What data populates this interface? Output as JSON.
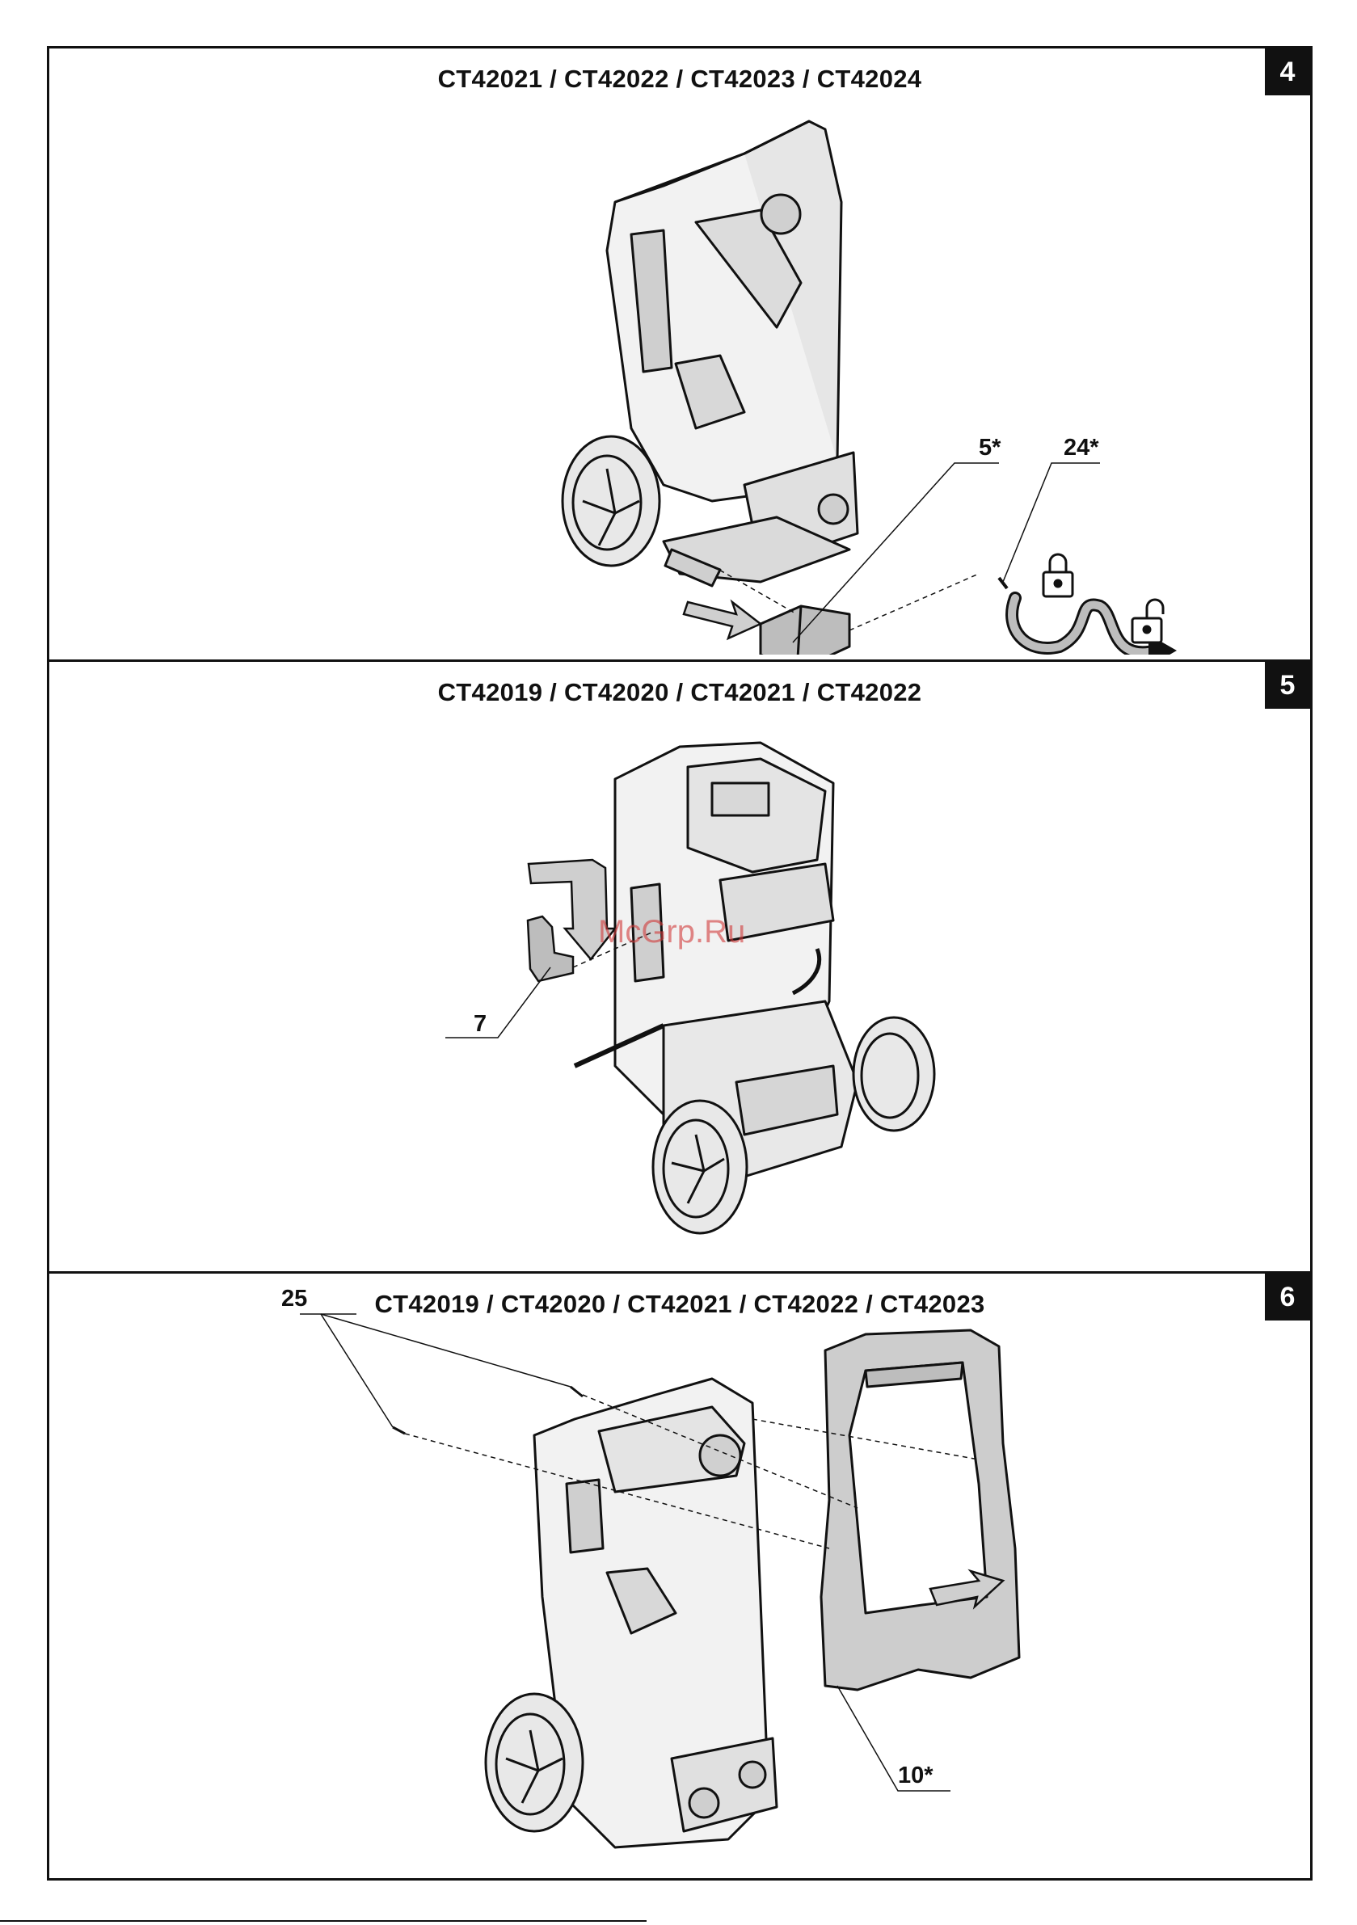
{
  "panels": [
    {
      "number": "4",
      "title": "CT42021 / CT42022 / CT42023 / CT42024",
      "labels": {
        "a": "5*",
        "b": "24*"
      }
    },
    {
      "number": "5",
      "title": "CT42019 / CT42020 / CT42021 / CT42022",
      "labels": {
        "a": "7"
      }
    },
    {
      "number": "6",
      "title": "CT42019 / CT42020 / CT42021 / CT42022 / CT42023",
      "labels": {
        "a": "25",
        "b": "10*"
      }
    }
  ],
  "watermark": "McGrp.Ru",
  "icons": [
    "pressure-washer-illustration",
    "lock-icon",
    "unlock-icon",
    "rotate-arrow-icon",
    "push-arrow-icon",
    "hose-hook-illustration",
    "frame-handle-illustration",
    "screw-icon"
  ]
}
